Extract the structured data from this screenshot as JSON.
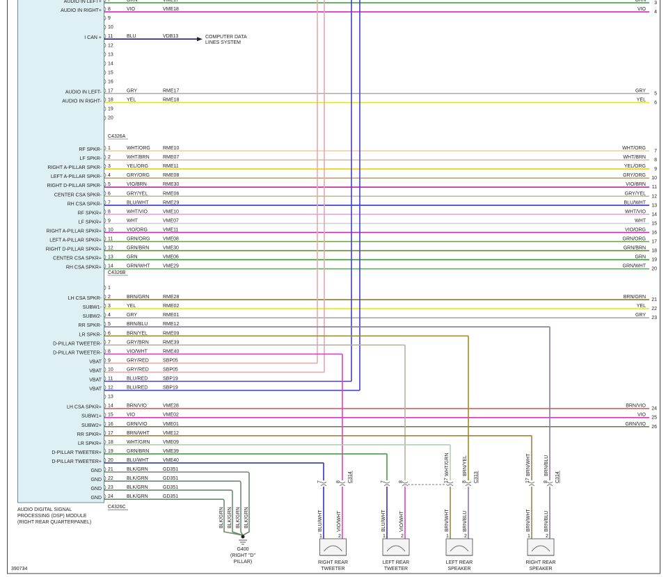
{
  "module": {
    "lines": [
      "AUDIO DIGITAL SIGNAL",
      "PROCESSING (DSP) MODULE",
      "(RIGHT REAR QUARTERPANEL)"
    ]
  },
  "diagram_id": "390734",
  "sections": [
    {
      "connector": null,
      "rows": [
        {
          "pin": "7",
          "label": "AUDIO IN LEFT+",
          "color": "GRN",
          "circuit": "VME17",
          "right_label": "GRN",
          "right_num": "3",
          "wire": "#2e9a2e"
        },
        {
          "pin": "8",
          "label": "AUDIO IN RIGHT+",
          "color": "VIO",
          "circuit": "VME18",
          "right_label": "VIO",
          "right_num": "4",
          "wire": "#e020c8"
        },
        {
          "pin": "9",
          "label": "",
          "color": "",
          "circuit": ""
        },
        {
          "pin": "10",
          "label": "",
          "color": "",
          "circuit": ""
        },
        {
          "pin": "11",
          "label": "I CAN +",
          "color": "BLU",
          "circuit": "VDB13",
          "wire": "#1a1aa0",
          "arrow_text": [
            "COMPUTER DATA",
            "LINES SYSTEM"
          ]
        },
        {
          "pin": "12",
          "label": "",
          "color": "",
          "circuit": ""
        },
        {
          "pin": "13",
          "label": "",
          "color": "",
          "circuit": ""
        },
        {
          "pin": "14",
          "label": "",
          "color": "",
          "circuit": ""
        },
        {
          "pin": "15",
          "label": "",
          "color": "",
          "circuit": ""
        },
        {
          "pin": "16",
          "label": "",
          "color": "",
          "circuit": ""
        },
        {
          "pin": "17",
          "label": "AUDIO IN LEFT-",
          "color": "GRY",
          "circuit": "RME17",
          "right_label": "GRY",
          "right_num": "5",
          "wire": "#a8a8a8"
        },
        {
          "pin": "18",
          "label": "AUDIO IN RIGHT-",
          "color": "YEL",
          "circuit": "RME18",
          "right_label": "YEL",
          "right_num": "6",
          "wire": "#e8e800"
        },
        {
          "pin": "19",
          "label": "",
          "color": "",
          "circuit": ""
        },
        {
          "pin": "20",
          "label": "",
          "color": "",
          "circuit": ""
        }
      ]
    },
    {
      "connector": "C4326A",
      "rows": [
        {
          "pin": "1",
          "label": "RF SPKR-",
          "color": "WHT/ORG",
          "circuit": "RME10",
          "right_label": "WHT/ORG",
          "right_num": "7",
          "wire": "#f0c8a0"
        },
        {
          "pin": "2",
          "label": "LF SPKR-",
          "color": "WHT/BRN",
          "circuit": "RME07",
          "right_label": "WHT/BRN",
          "right_num": "8",
          "wire": "#d8c0a0"
        },
        {
          "pin": "3",
          "label": "RIGHT A-PILLAR SPKR-",
          "color": "YEL/ORG",
          "circuit": "RME11",
          "right_label": "YEL/ORG",
          "right_num": "9",
          "wire": "#f0d000"
        },
        {
          "pin": "4",
          "label": "LEFT A-PILLAR SPKR-",
          "color": "GRY/ORG",
          "circuit": "RME08",
          "right_label": "GRY/ORG",
          "right_num": "10",
          "wire": "#c0a070"
        },
        {
          "pin": "5",
          "label": "RIGHT D-PILLAR SPKR-",
          "color": "VIO/BRN",
          "circuit": "RME30",
          "right_label": "VIO/BRN",
          "right_num": "11",
          "wire": "#c020b0"
        },
        {
          "pin": "6",
          "label": "CENTER CSA SPKR-",
          "color": "GRY/YEL",
          "circuit": "RME06",
          "right_label": "GRY/YEL",
          "right_num": "12",
          "wire": "#b8b890"
        },
        {
          "pin": "7",
          "label": "RH CSA SPKR-",
          "color": "BLU/WHT",
          "circuit": "RME29",
          "right_label": "BLU/WHT",
          "right_num": "13",
          "wire": "#3030c0"
        },
        {
          "pin": "8",
          "label": "RF SPKR+",
          "color": "WHT/VIO",
          "circuit": "VME10",
          "right_label": "WHT/VIO",
          "right_num": "14",
          "wire": "#e8a0e0"
        },
        {
          "pin": "9",
          "label": "LF SPKR+",
          "color": "WHT",
          "circuit": "VME07",
          "right_label": "WHT",
          "right_num": "15",
          "wire": "#d0d0d0"
        },
        {
          "pin": "10",
          "label": "RIGHT A-PILLAR SPKR+",
          "color": "VIO/ORG",
          "circuit": "VME11",
          "right_label": "VIO/ORG",
          "right_num": "16",
          "wire": "#d020c0"
        },
        {
          "pin": "11",
          "label": "LEFT A-PILLAR SPKR+",
          "color": "GRN/ORG",
          "circuit": "VME08",
          "right_label": "GRN/ORG",
          "right_num": "17",
          "wire": "#60a040"
        },
        {
          "pin": "12",
          "label": "RIGHT D-PILLAR SPKR+",
          "color": "GRN/BRN",
          "circuit": "VME30",
          "right_label": "GRN/BRN",
          "right_num": "18",
          "wire": "#5a8a30"
        },
        {
          "pin": "13",
          "label": "CENTER CSA SPKR+",
          "color": "GRN",
          "circuit": "VME06",
          "right_label": "GRN",
          "right_num": "19",
          "wire": "#2e9a2e"
        },
        {
          "pin": "14",
          "label": "RH CSA SPKR+",
          "color": "GRN/WHT",
          "circuit": "VME29",
          "right_label": "GRN/WHT",
          "right_num": "20",
          "wire": "#60b060"
        }
      ]
    },
    {
      "connector": "C4326B",
      "rows": [
        {
          "pin": "1",
          "label": "",
          "color": "",
          "circuit": ""
        },
        {
          "pin": "2",
          "label": "LH CSA SPKR-",
          "color": "BRN/GRN",
          "circuit": "RME28",
          "right_label": "BRN/GRN",
          "right_num": "21",
          "wire": "#8a7a30"
        },
        {
          "pin": "3",
          "label": "SUBW1-",
          "color": "YEL",
          "circuit": "RME02",
          "right_label": "YEL",
          "right_num": "22",
          "wire": "#e8e800"
        },
        {
          "pin": "4",
          "label": "SUBW2-",
          "color": "GRY",
          "circuit": "RME01",
          "right_label": "GRY",
          "right_num": "23",
          "wire": "#a8a8a8"
        },
        {
          "pin": "5",
          "label": "RR SPKR-",
          "color": "BRN/BLU",
          "circuit": "RME12",
          "wire": "#8a7a9a"
        },
        {
          "pin": "6",
          "label": "LR SPKR-",
          "color": "BRN/YEL",
          "circuit": "RME09",
          "wire": "#a08a20"
        },
        {
          "pin": "7",
          "label": "D-PILLAR TWEETER-",
          "color": "GRY/BRN",
          "circuit": "RME39",
          "wire": "#b8b0a0"
        },
        {
          "pin": "8",
          "label": "D-PILLAR TWEETER-",
          "color": "VIO/WHT",
          "circuit": "RME40",
          "wire": "#e040d0"
        },
        {
          "pin": "9",
          "label": "VBAT",
          "color": "GRY/RED",
          "circuit": "SBP05",
          "wire": "#e8a8a8"
        },
        {
          "pin": "10",
          "label": "VBAT",
          "color": "GRY/RED",
          "circuit": "SBP05",
          "wire": "#e8a8a8"
        },
        {
          "pin": "11",
          "label": "VBAT",
          "color": "BLU/RED",
          "circuit": "SBP19",
          "wire": "#4040c8"
        },
        {
          "pin": "12",
          "label": "VBAT",
          "color": "BLU/RED",
          "circuit": "SBP19",
          "wire": "#4040c8"
        },
        {
          "pin": "13",
          "label": "",
          "color": "",
          "circuit": ""
        },
        {
          "pin": "14",
          "label": "LH CSA SPKR+",
          "color": "BRN/VIO",
          "circuit": "VME28",
          "right_label": "BRN/VIO",
          "right_num": "24",
          "wire": "#c06060"
        },
        {
          "pin": "15",
          "label": "SUBW1+",
          "color": "VIO",
          "circuit": "VME02",
          "right_label": "VIO",
          "right_num": "25",
          "wire": "#e020c8"
        },
        {
          "pin": "16",
          "label": "SUBW2+",
          "color": "GRN/VIO",
          "circuit": "VME01",
          "right_label": "GRN/VIO",
          "right_num": "26",
          "wire": "#707050"
        },
        {
          "pin": "17",
          "label": "RR SPKR+",
          "color": "BRN/WHT",
          "circuit": "VME12",
          "wire": "#a08040"
        },
        {
          "pin": "18",
          "label": "LR SPKR+",
          "color": "WHT/GRN",
          "circuit": "VME09",
          "wire": "#b0d0b0"
        },
        {
          "pin": "19",
          "label": "D-PILLAR TWEETER+",
          "color": "GRN/BRN",
          "circuit": "VME39",
          "wire": "#40a040"
        },
        {
          "pin": "20",
          "label": "D-PILLAR TWEETER+",
          "color": "BLU/WHT",
          "circuit": "VME40",
          "wire": "#3030c0"
        },
        {
          "pin": "21",
          "label": "GND",
          "color": "BLK/GRN",
          "circuit": "GD351",
          "wire": "#6a8a6a"
        },
        {
          "pin": "22",
          "label": "GND",
          "color": "BLK/GRN",
          "circuit": "GD351",
          "wire": "#6a8a6a"
        },
        {
          "pin": "23",
          "label": "GND",
          "color": "BLK/GRN",
          "circuit": "GD351",
          "wire": "#6a8a6a"
        },
        {
          "pin": "24",
          "label": "GND",
          "color": "BLK/GRN",
          "circuit": "GD351",
          "wire": "#6a8a6a"
        }
      ]
    }
  ],
  "end_connector": "C4326C",
  "ground": {
    "wire_labels": [
      "BLK/GRN",
      "BLK/GRN",
      "BLK/GRN",
      "BLK/GRN"
    ],
    "lines": [
      "G400",
      "(RIGHT \"D\"",
      "PILLAR)"
    ]
  },
  "speakers": [
    {
      "connector": "C314",
      "pins": [
        "7",
        "8"
      ],
      "wires": [
        {
          "color": "BLU/WHT",
          "pin": "1",
          "wire": "#3030c0"
        },
        {
          "color": "VIO/WHT",
          "pin": "2",
          "wire": "#e040d0"
        }
      ],
      "upper_wires": [
        "",
        ""
      ],
      "lines": [
        "RIGHT REAR",
        "TWEETER"
      ]
    },
    {
      "connector": "",
      "pins": [
        "7",
        "8"
      ],
      "wires": [
        {
          "color": "BLU/WHT",
          "pin": "1",
          "wire": "#3030c0"
        },
        {
          "color": "VIO/WHT",
          "pin": "2",
          "wire": "#e040d0"
        }
      ],
      "upper_wires": [
        "",
        ""
      ],
      "lines": [
        "LEFT REAR",
        "TWEETER"
      ]
    },
    {
      "connector": "C313",
      "pins": [
        "17",
        "8"
      ],
      "wires": [
        {
          "color": "BRN/WHT",
          "pin": "1",
          "wire": "#a08040"
        },
        {
          "color": "BRN/BLU",
          "pin": "2",
          "wire": "#8a7a9a"
        }
      ],
      "upper_wires": [
        "WHT/GRN",
        "BRN/YEL"
      ],
      "lines": [
        "LEFT REAR",
        "SPEAKER"
      ]
    },
    {
      "connector": "C314",
      "pins": [
        "17",
        "8"
      ],
      "wires": [
        {
          "color": "BRN/WHT",
          "pin": "1",
          "wire": "#a08040"
        },
        {
          "color": "BRN/BLU",
          "pin": "2",
          "wire": "#8a7a9a"
        }
      ],
      "upper_wires": [
        "BRN/WHT",
        "BRN/BLU"
      ],
      "lines": [
        "RIGHT REAR",
        "SPEAKER"
      ]
    }
  ]
}
